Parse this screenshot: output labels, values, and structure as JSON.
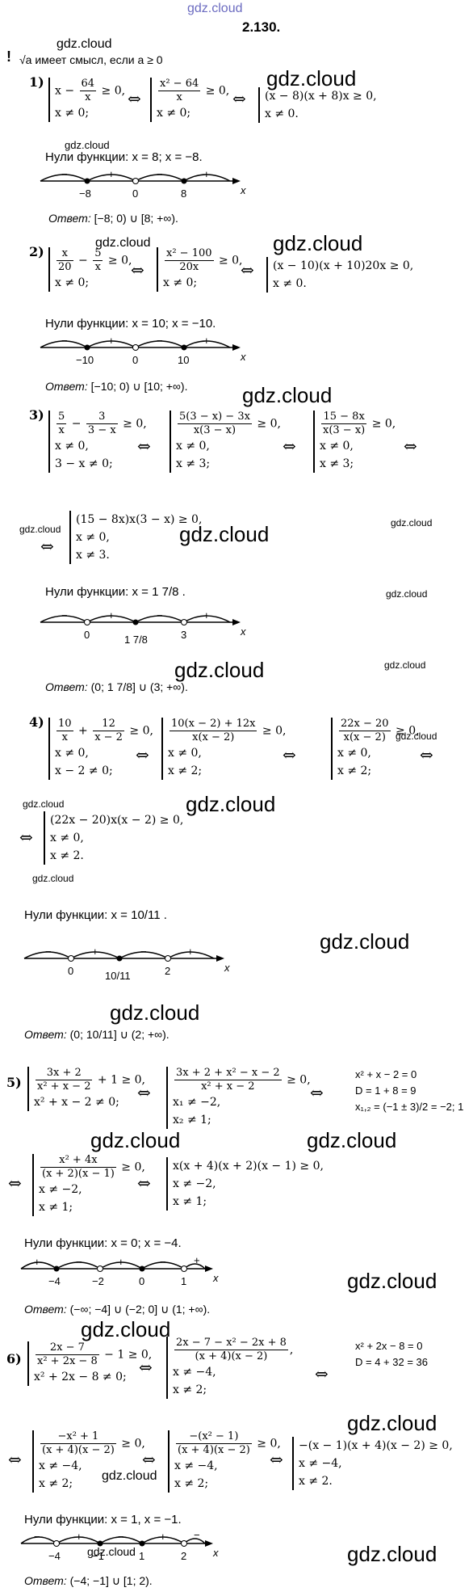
{
  "header": {
    "site": "gdz.cloud",
    "problem_number": "2.130."
  },
  "note": {
    "mark": "!",
    "text": "√a имеет смысл, если a ≥ 0"
  },
  "watermark": "gdz.cloud",
  "zeros_label": "Нули функции:",
  "answer_label": "Ответ:",
  "p1": {
    "label": "1)",
    "zeros": "x = 8; x = −8.",
    "answer": "[−8; 0) ∪ [8; +∞).",
    "ticks": [
      "−8",
      "0",
      "8"
    ],
    "signs": [
      "−",
      "+",
      "−",
      "+"
    ]
  },
  "p2": {
    "label": "2)",
    "zeros": "x = 10; x = −10.",
    "answer": "[−10; 0) ∪ [10; +∞).",
    "ticks": [
      "−10",
      "0",
      "10"
    ],
    "signs": [
      "−",
      "+",
      "−",
      "+"
    ]
  },
  "p3": {
    "label": "3)",
    "zeros": "x = 1 7/8 .",
    "answer": "(0; 1 7/8] ∪ (3; +∞).",
    "ticks": [
      "0",
      "1 7/8",
      "3"
    ],
    "signs": [
      "−",
      "+",
      "−",
      "+"
    ]
  },
  "p4": {
    "label": "4)",
    "zeros": "x = 10/11 .",
    "answer": "(0; 10/11] ∪ (2; +∞).",
    "ticks": [
      "0",
      "10/11",
      "2"
    ],
    "signs": [
      "−",
      "+",
      "−",
      "+"
    ]
  },
  "p5": {
    "label": "5)",
    "zeros": "x = 0; x = −4.",
    "answer": "(−∞; −4] ∪ (−2; 0] ∪ (1; +∞).",
    "side": [
      "x² + x − 2 = 0",
      "D = 1 + 8 = 9",
      "x₁,₂ = (−1 ± 3)/2 = −2; 1"
    ],
    "ticks": [
      "−4",
      "−2",
      "0",
      "1"
    ],
    "signs": [
      "+",
      "−",
      "+",
      "−",
      "+"
    ]
  },
  "p6": {
    "label": "6)",
    "zeros": "x = 1, x = −1.",
    "answer": "(−4; −1] ∪ [1; 2).",
    "side": [
      "x² + 2x − 8 = 0",
      "D = 4 + 32 = 36"
    ],
    "ticks": [
      "−4",
      "−1",
      "1",
      "2"
    ],
    "signs": [
      "−",
      "+",
      "−",
      "+",
      "−"
    ]
  }
}
